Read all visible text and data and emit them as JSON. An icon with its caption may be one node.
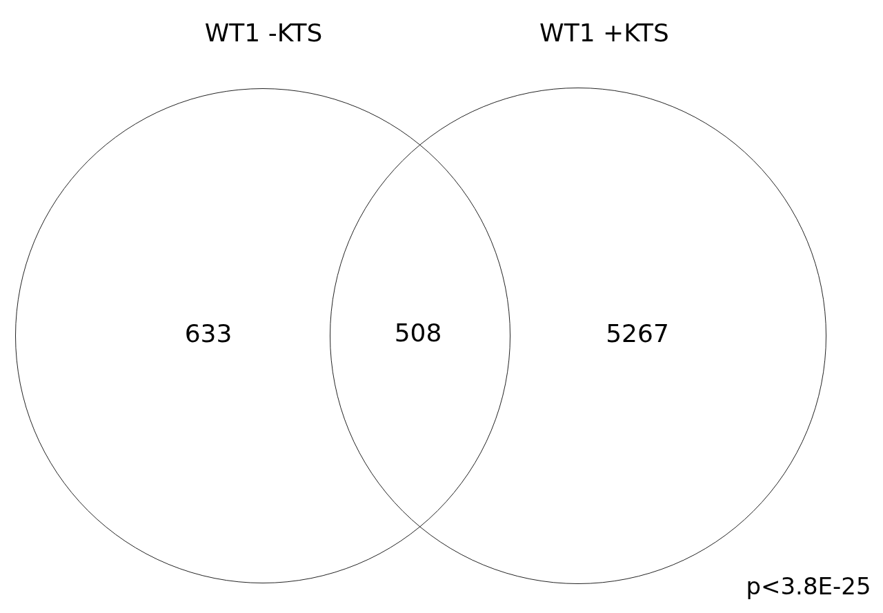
{
  "diagram": {
    "nodes": [
      {
        "text": [
          "WT1 -KTS",
          "633"
        ]
      },
      {
        "text": [
          "WT1 +KTS",
          "5267"
        ]
      }
    ],
    "edges": [],
    "labels": [
      "508",
      "p<3.8E-25"
    ]
  }
}
